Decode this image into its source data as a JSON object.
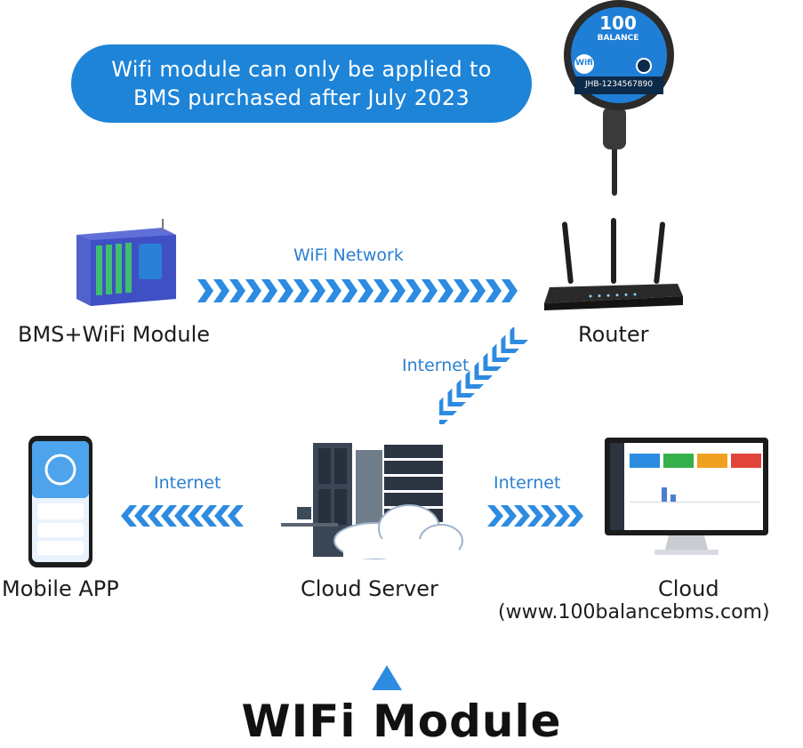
{
  "banner": {
    "line1": "Wifi module can only be applied to",
    "line2": "BMS purchased after July 2023"
  },
  "wifi_device": {
    "logo_number": "100",
    "logo_brand": "BALANCE",
    "badge": "Wifi",
    "serial": "JHB-1234567890"
  },
  "nodes": {
    "bms": "BMS+WiFi Module",
    "router": "Router",
    "mobile": "Mobile APP",
    "server": "Cloud Server",
    "cloud": "Cloud",
    "cloud_url": "(www.100balancebms.com)"
  },
  "links": {
    "wifi_network": "WiFi Network",
    "internet_router_server": "Internet",
    "internet_server_mobile": "Internet",
    "internet_server_cloud": "Internet"
  },
  "footer": {
    "title": "WIFi Module"
  },
  "colors": {
    "accent": "#1d84d8",
    "arrow": "#2d8be0",
    "link_text": "#2a7fd0"
  }
}
